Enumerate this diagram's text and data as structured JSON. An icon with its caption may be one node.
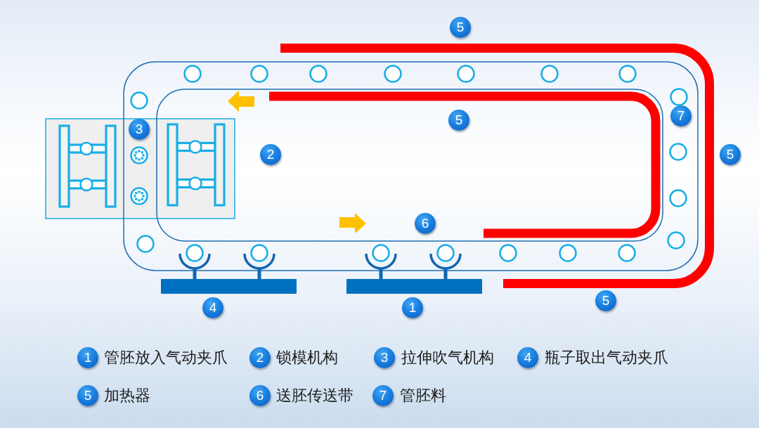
{
  "diagram": {
    "labels": [
      "5",
      "7",
      "5",
      "3",
      "2",
      "5",
      "6",
      "5",
      "4",
      "1",
      "1",
      "管胚放入气动夹爪",
      "2",
      "锁模机构",
      "3",
      "拉伸吹气机构",
      "4",
      "瓶子取出气动夹爪",
      "5",
      "加热器",
      "6",
      "送胚传送带",
      "7",
      "管胚料"
    ]
  }
}
